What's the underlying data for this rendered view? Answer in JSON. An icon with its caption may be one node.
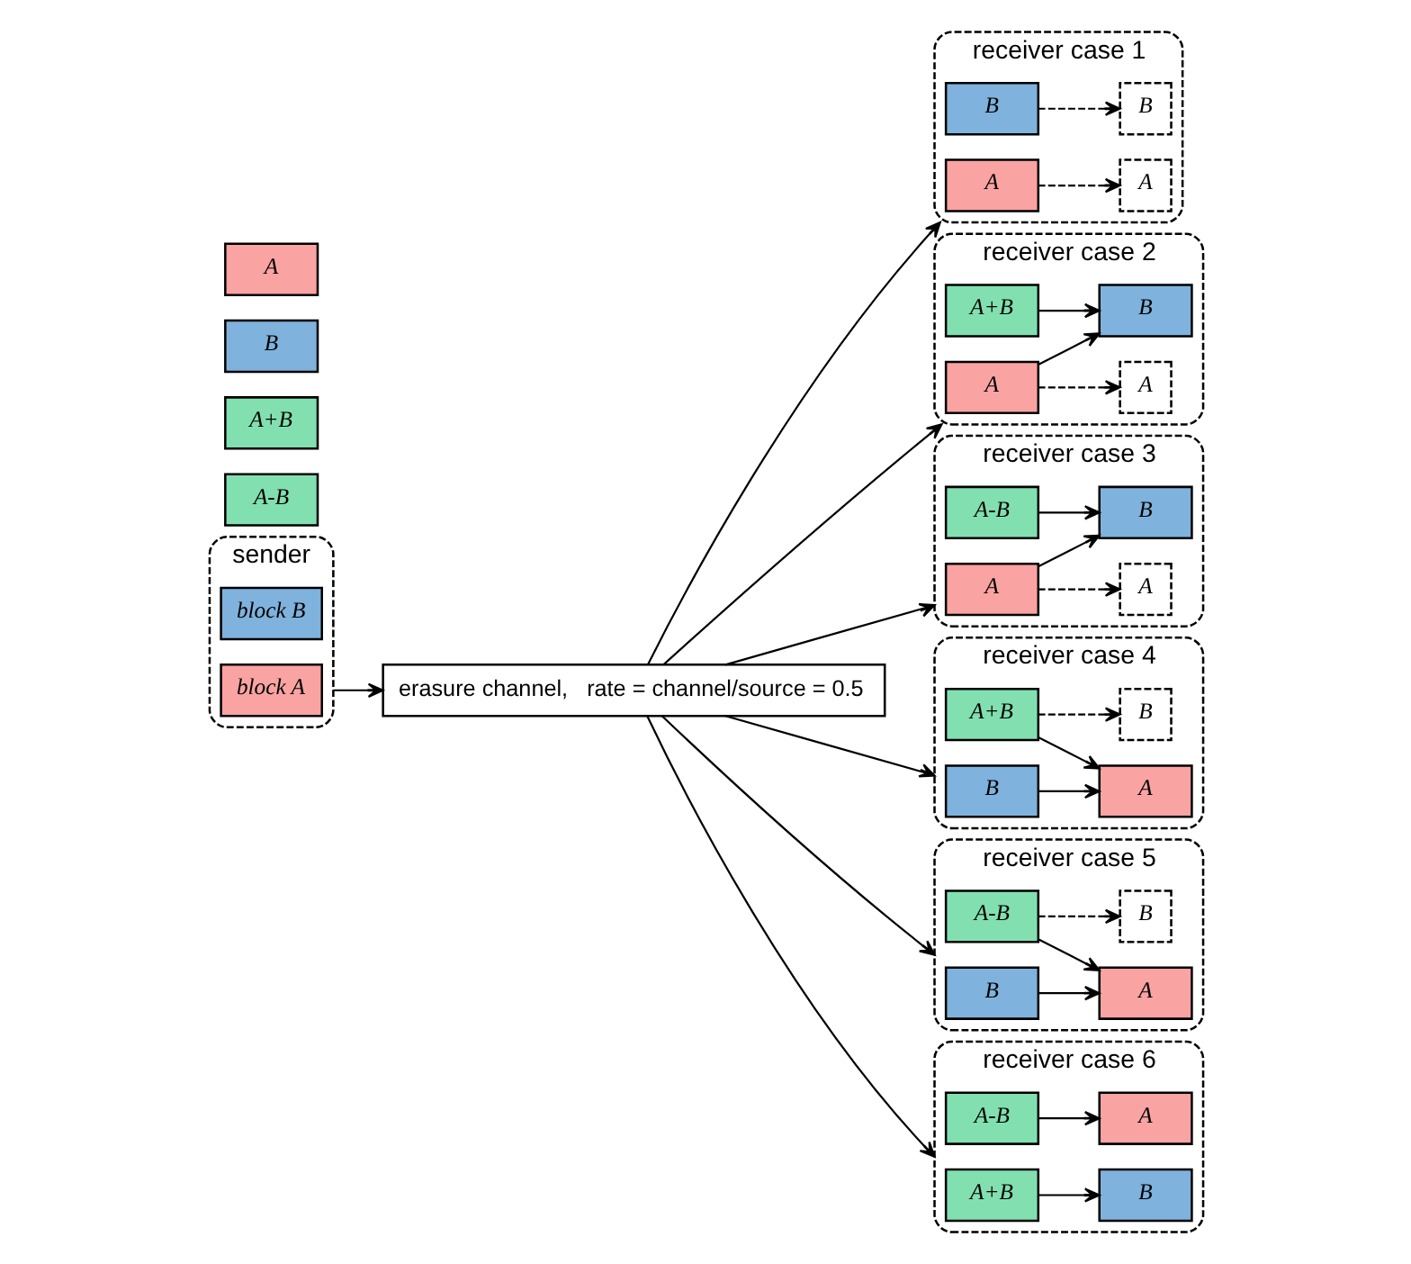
{
  "diagram": {
    "nodes": [
      {
        "text": [
          "sender"
        ]
      },
      {
        "text": [
          "block A"
        ],
        "in": 0
      },
      {
        "text": [
          "block B"
        ],
        "in": 0
      },
      {
        "text": [
          "A"
        ]
      },
      {
        "text": [
          "B"
        ]
      },
      {
        "text": [
          "A+B"
        ]
      },
      {
        "text": [
          "A-B"
        ]
      },
      {
        "text": [
          "erasure channel,   rate = channel/source = 0.5"
        ]
      },
      {
        "text": [
          "receiver case 1"
        ]
      },
      {
        "text": [
          "A"
        ],
        "in": 8
      },
      {
        "text": [
          "B"
        ],
        "in": 8
      },
      {
        "text": [
          "A"
        ],
        "in": 8
      },
      {
        "text": [
          "B"
        ],
        "in": 8
      },
      {
        "text": [
          "receiver case 2"
        ]
      },
      {
        "text": [
          "A"
        ],
        "in": 13
      },
      {
        "text": [
          "A+B"
        ],
        "in": 13
      },
      {
        "text": [
          "A"
        ],
        "in": 13
      },
      {
        "text": [
          "B"
        ],
        "in": 13
      },
      {
        "text": [
          "receiver case 3"
        ]
      },
      {
        "text": [
          "A"
        ],
        "in": 18
      },
      {
        "text": [
          "A-B"
        ],
        "in": 18
      },
      {
        "text": [
          "A"
        ],
        "in": 18
      },
      {
        "text": [
          "B"
        ],
        "in": 18
      },
      {
        "text": [
          "receiver case 4"
        ]
      },
      {
        "text": [
          "B"
        ],
        "in": 23
      },
      {
        "text": [
          "A+B"
        ],
        "in": 23
      },
      {
        "text": [
          "A"
        ],
        "in": 23
      },
      {
        "text": [
          "B"
        ],
        "in": 23
      },
      {
        "text": [
          "receiver case 5"
        ]
      },
      {
        "text": [
          "B"
        ],
        "in": 28
      },
      {
        "text": [
          "A-B"
        ],
        "in": 28
      },
      {
        "text": [
          "A"
        ],
        "in": 28
      },
      {
        "text": [
          "B"
        ],
        "in": 28
      },
      {
        "text": [
          "receiver case 6"
        ]
      },
      {
        "text": [
          "A+B"
        ],
        "in": 33
      },
      {
        "text": [
          "A-B"
        ],
        "in": 33
      },
      {
        "text": [
          "A"
        ],
        "in": 33
      },
      {
        "text": [
          "B"
        ],
        "in": 33
      }
    ],
    "edges": [
      {
        "from": 0,
        "to": 7,
        "arrow": "to"
      },
      {
        "from": 7,
        "to": 8,
        "arrow": "to"
      },
      {
        "from": 7,
        "to": 13,
        "arrow": "to"
      },
      {
        "from": 7,
        "to": 18,
        "arrow": "to"
      },
      {
        "from": 7,
        "to": 23,
        "arrow": "to"
      },
      {
        "from": 7,
        "to": 28,
        "arrow": "to"
      },
      {
        "from": 7,
        "to": 33,
        "arrow": "to"
      },
      {
        "from": 9,
        "to": 11,
        "arrow": "to",
        "style": "dashed"
      },
      {
        "from": 10,
        "to": 12,
        "arrow": "to",
        "style": "dashed"
      },
      {
        "from": 14,
        "to": 16,
        "arrow": "to",
        "style": "dashed"
      },
      {
        "from": 14,
        "to": 17,
        "arrow": "to"
      },
      {
        "from": 15,
        "to": 17,
        "arrow": "to"
      },
      {
        "from": 19,
        "to": 21,
        "arrow": "to",
        "style": "dashed"
      },
      {
        "from": 19,
        "to": 22,
        "arrow": "to"
      },
      {
        "from": 20,
        "to": 22,
        "arrow": "to"
      },
      {
        "from": 24,
        "to": 26,
        "arrow": "to"
      },
      {
        "from": 25,
        "to": 26,
        "arrow": "to"
      },
      {
        "from": 25,
        "to": 27,
        "arrow": "to",
        "style": "dashed"
      },
      {
        "from": 29,
        "to": 31,
        "arrow": "to"
      },
      {
        "from": 30,
        "to": 31,
        "arrow": "to"
      },
      {
        "from": 30,
        "to": 32,
        "arrow": "to",
        "style": "dashed"
      },
      {
        "from": 34,
        "to": 37,
        "arrow": "to"
      },
      {
        "from": 35,
        "to": 36,
        "arrow": "to"
      }
    ]
  }
}
